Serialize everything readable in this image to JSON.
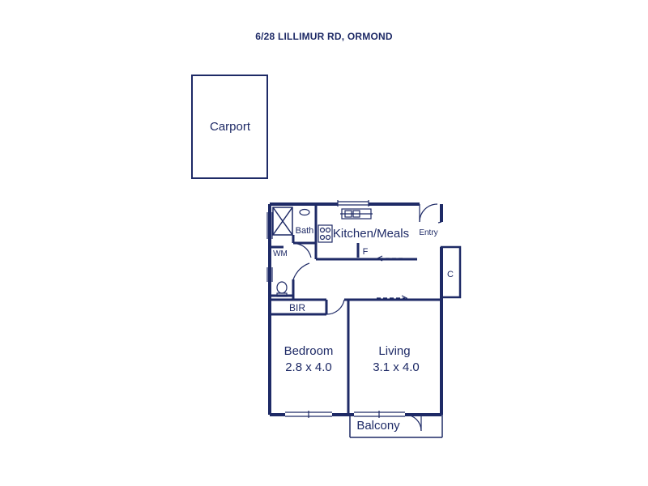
{
  "title": "6/28 LILLIMUR RD, ORMOND",
  "rooms": {
    "carport": "Carport",
    "bath": "Bath",
    "kitchen": "Kitchen/Meals",
    "entry": "Entry",
    "wm": "WM",
    "fridge": "F",
    "cupboard": "C",
    "bir": "BIR",
    "bedroom": "Bedroom",
    "bedroom_size": "2.8 x 4.0",
    "living": "Living",
    "living_size": "3.1 x 4.0",
    "balcony": "Balcony"
  },
  "colors": {
    "ink": "#1e2a66",
    "paper": "#ffffff"
  }
}
